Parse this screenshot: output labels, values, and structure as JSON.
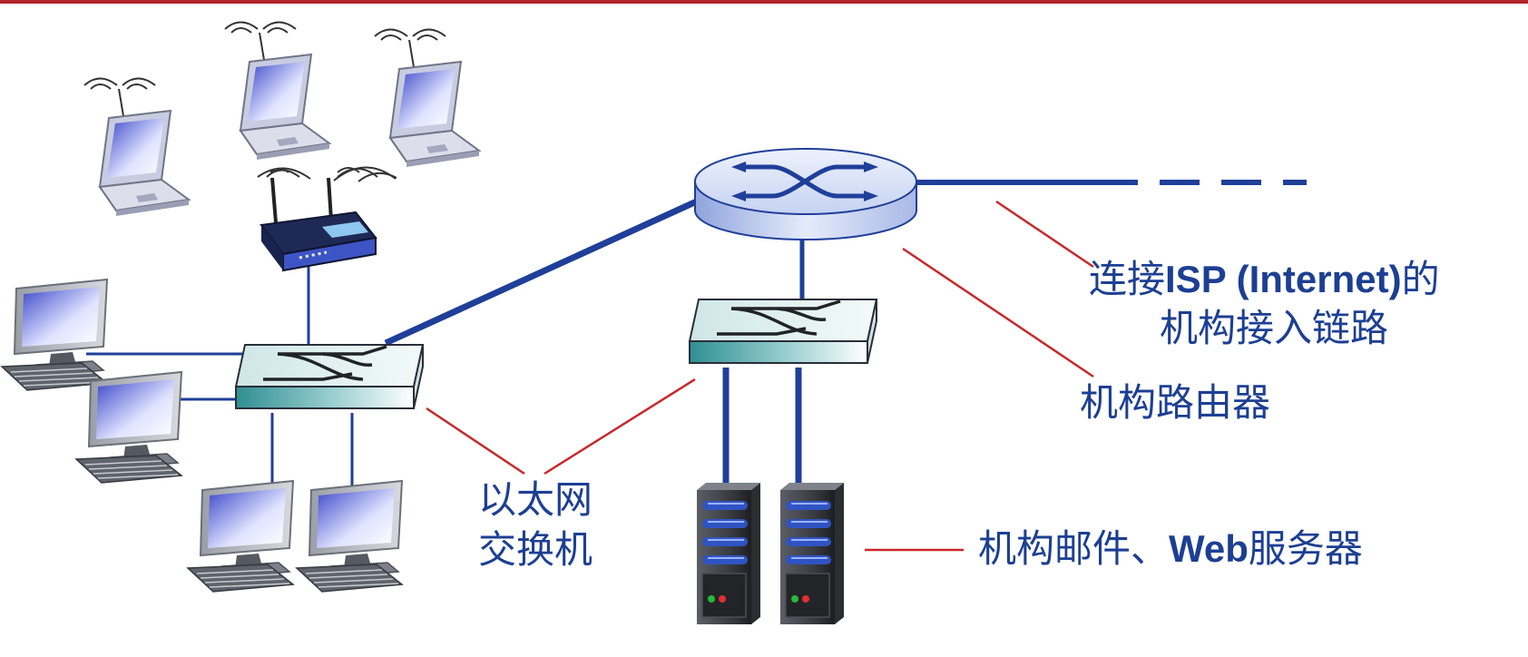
{
  "labels": {
    "access_link_line1_a": "连接",
    "access_link_line1_b": "ISP (Internet)",
    "access_link_line1_c": "的",
    "access_link_line2": "机构接入链路",
    "router": "机构路由器",
    "switch_line1": "以太网",
    "switch_line2": "交换机",
    "servers_a": "机构邮件、",
    "servers_b": "Web",
    "servers_c": "服务器"
  },
  "colors": {
    "label_text": "#1d3f93",
    "link_line": "#1f3f99",
    "callout_line": "#c8282a",
    "top_border": "#b3262d"
  },
  "icons": [
    "laptop-icon",
    "wireless-router-icon",
    "desktop-computer-icon",
    "ethernet-switch-icon",
    "router-icon",
    "server-icon"
  ]
}
